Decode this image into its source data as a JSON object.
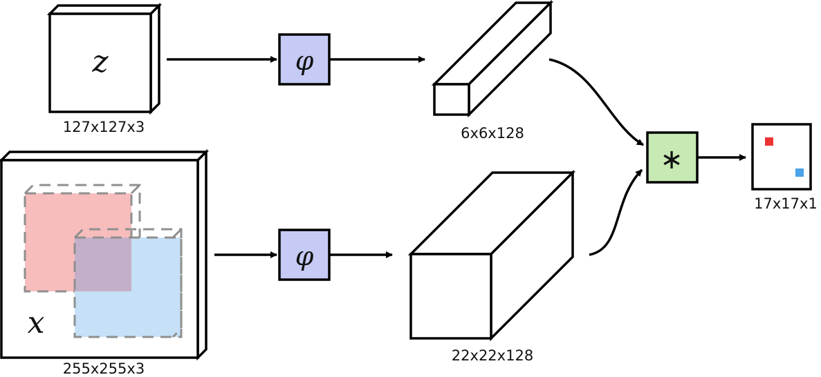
{
  "colors": {
    "phi_fill": "#c5cbf4",
    "conv_fill": "#c7e9b4",
    "red_region": "#f7bcbc",
    "blue_region": "#c5e0f7",
    "red_dot": "#ee3333",
    "blue_dot": "#4aa3e8",
    "dash_stroke": "#8f8f8f"
  },
  "nodes": {
    "exemplar": {
      "symbol": "z",
      "size_label": "127x127x3"
    },
    "search": {
      "symbol": "x",
      "size_label": "255x255x3"
    },
    "embed_top": {
      "symbol": "φ"
    },
    "embed_bottom": {
      "symbol": "φ"
    },
    "feature_exemplar": {
      "size_label": "6x6x128"
    },
    "feature_search": {
      "size_label": "22x22x128"
    },
    "cross_correlation": {
      "symbol": "∗"
    },
    "score_map": {
      "size_label": "17x17x1"
    }
  }
}
